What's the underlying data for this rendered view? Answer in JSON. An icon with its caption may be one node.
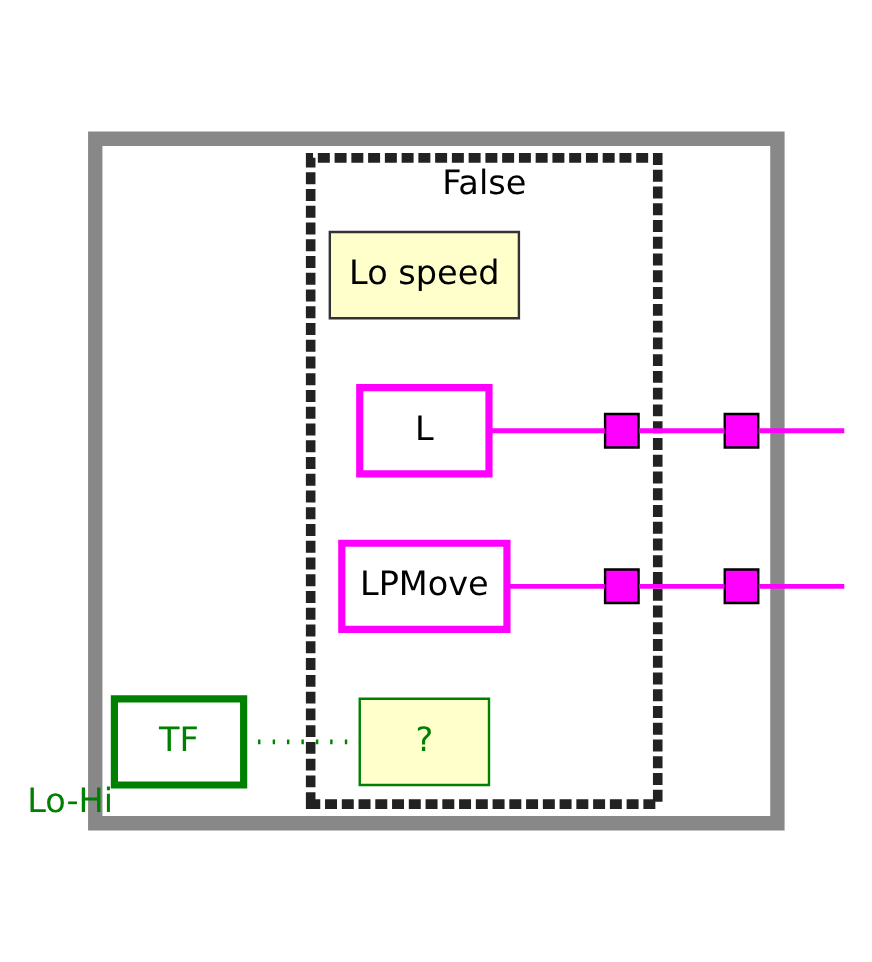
{
  "diagram": {
    "nodes": [
      {
        "text": [],
        "shape": "box"
      },
      {
        "text": [
          "False"
        ],
        "in": 0
      },
      {
        "text": [
          "Lo speed"
        ],
        "in": 1
      },
      {
        "text": [
          "L"
        ],
        "in": 1
      },
      {
        "text": [
          "LPMove"
        ],
        "in": 1
      },
      {
        "text": [
          "TF"
        ],
        "beside": [
          "Lo-Hi"
        ],
        "in": 0
      },
      {
        "text": [
          "?"
        ],
        "in": 1
      },
      {
        "text": [],
        "shape": "box",
        "in": 1
      },
      {
        "text": [],
        "shape": "box",
        "in": 1
      },
      {
        "text": [],
        "shape": "box",
        "in": 0
      },
      {
        "text": [],
        "shape": "box",
        "in": 0
      }
    ],
    "edges": [
      {
        "from": 5,
        "to": 6,
        "arrow": "none",
        "style": "dashed",
        "color": "#008000"
      },
      {
        "from": 3,
        "to": 7,
        "arrow": "none"
      },
      {
        "from": 7,
        "to": 9,
        "arrow": "none"
      },
      {
        "from": 9,
        "to": null,
        "arrow": "none"
      },
      {
        "from": 4,
        "to": 8,
        "arrow": "none"
      },
      {
        "from": 8,
        "to": 10,
        "arrow": "none"
      },
      {
        "from": 10,
        "to": null,
        "arrow": "none"
      }
    ]
  }
}
